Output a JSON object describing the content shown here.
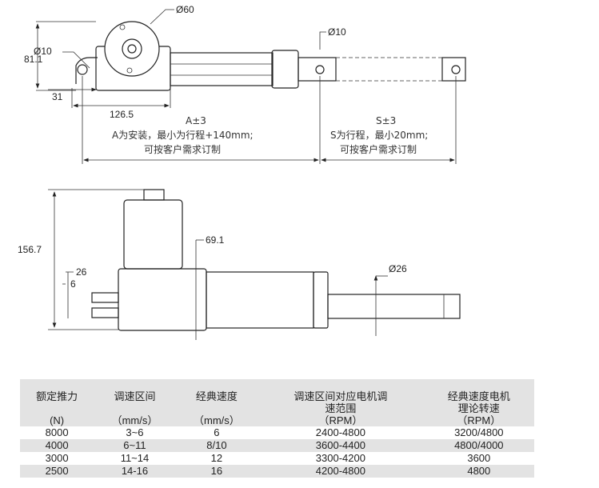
{
  "drawing_top": {
    "dia_motor": "Ø60",
    "dia_left_hole": "Ø10",
    "dia_right_hole": "Ø10",
    "height": "81.1",
    "offset": "31",
    "body_length": "126.5",
    "a_label": "A±3",
    "a_note_1": "A为安装，最小为行程+140mm;",
    "a_note_2": "可按客户需求订制",
    "s_label": "S±3",
    "s_note_1": "S为行程，最小20mm;",
    "s_note_2": "可按客户需求订制"
  },
  "drawing_side": {
    "height": "156.7",
    "body_height": "69.1",
    "dim_26": "26",
    "dim_6": "6",
    "rod_dia": "Ø26"
  },
  "table": {
    "headers": [
      {
        "l1": "额定推力",
        "l2": "",
        "unit": "(N)"
      },
      {
        "l1": "调速区间",
        "l2": "",
        "unit": "（mm/s）"
      },
      {
        "l1": "经典速度",
        "l2": "",
        "unit": "（mm/s）"
      },
      {
        "l1": "调速区间对应电机调",
        "l2": "速范围",
        "unit": "（RPM）"
      },
      {
        "l1": "经典速度电机",
        "l2": "理论转速",
        "unit": "（RPM）"
      }
    ],
    "rows": [
      [
        "8000",
        "3~6",
        "6",
        "2400-4800",
        "3200/4800"
      ],
      [
        "4000",
        "6~11",
        "8/10",
        "3600-4400",
        "4800/4000"
      ],
      [
        "3000",
        "11~14",
        "12",
        "3300-4200",
        "3600"
      ],
      [
        "2500",
        "14-16",
        "16",
        "4200-4800",
        "4800"
      ]
    ]
  }
}
